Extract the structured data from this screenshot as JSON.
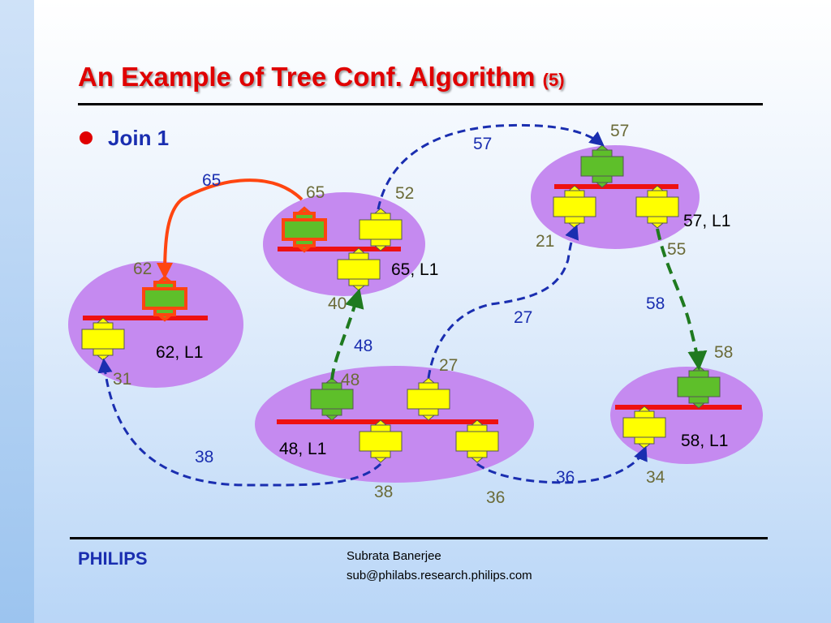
{
  "slide": {
    "title": "An Example of Tree Conf. Algorithm",
    "title_suffix": "(5)",
    "bullet": "Join 1",
    "brand": "PHILIPS",
    "author_name": "Subrata Banerjee",
    "author_email": "sub@philabs.research.philips.com"
  },
  "colors": {
    "title": "#e00000",
    "bullet_text": "#1a2eb0",
    "ellipse": "#c58af0",
    "bar": "#ee1111",
    "node_yellow": "#ffff00",
    "node_green": "#5ebf2a",
    "arrow_blue": "#1a2eb0",
    "arrow_green": "#1f7a1f",
    "arrow_red": "#ff4510"
  },
  "diagram": {
    "clusters": [
      {
        "id": "c62",
        "label": "62, L1"
      },
      {
        "id": "c65",
        "label": "65, L1"
      },
      {
        "id": "c48",
        "label": "48, L1"
      },
      {
        "id": "c57",
        "label": "57, L1"
      },
      {
        "id": "c58",
        "label": "58, L1"
      }
    ],
    "node_labels": [
      "62",
      "65",
      "52",
      "40",
      "31",
      "48",
      "27",
      "38",
      "36",
      "57",
      "21",
      "55",
      "58",
      "34"
    ],
    "edge_labels": [
      "65",
      "57",
      "48",
      "27",
      "58",
      "38",
      "36"
    ]
  }
}
